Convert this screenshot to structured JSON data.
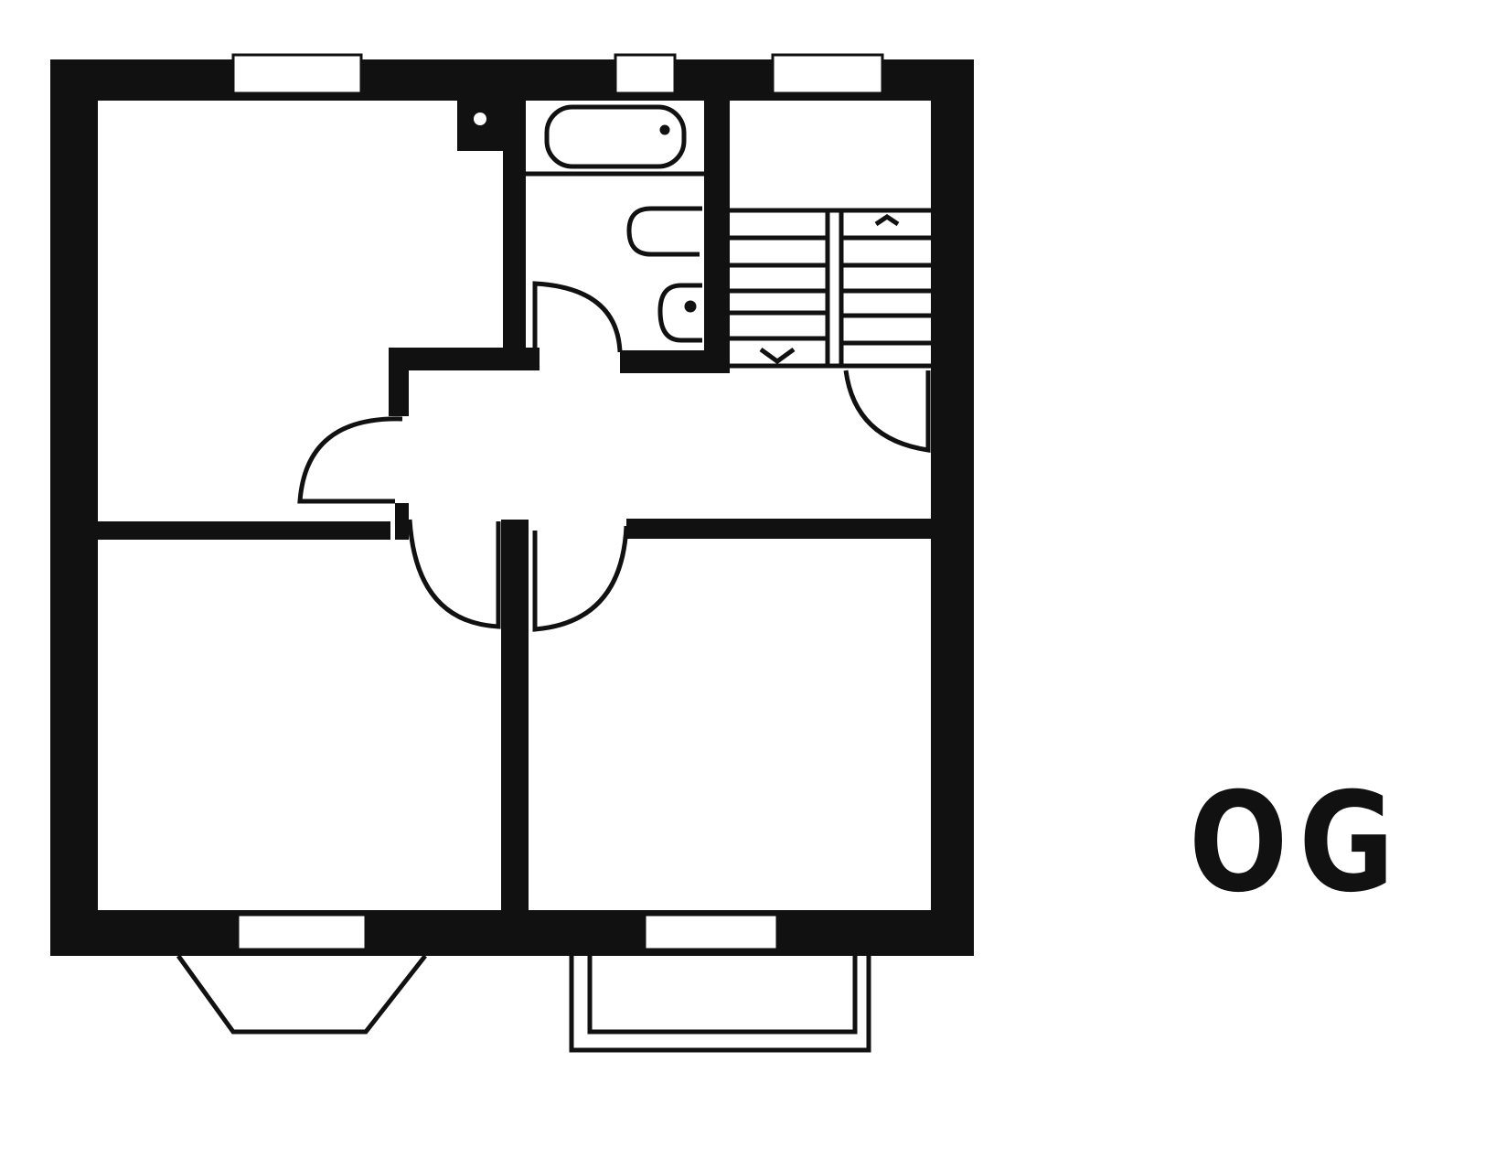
{
  "plan": {
    "floor_label": "OG",
    "rooms": [
      "bedroom-top-left",
      "bathroom",
      "storage-top-right",
      "hallway",
      "staircase",
      "bedroom-bottom-left",
      "bedroom-bottom-right"
    ],
    "fixtures": [
      "bathtub",
      "toilet",
      "sink",
      "chimney"
    ],
    "colors": {
      "ink": "#111111",
      "paper": "#ffffff"
    }
  }
}
